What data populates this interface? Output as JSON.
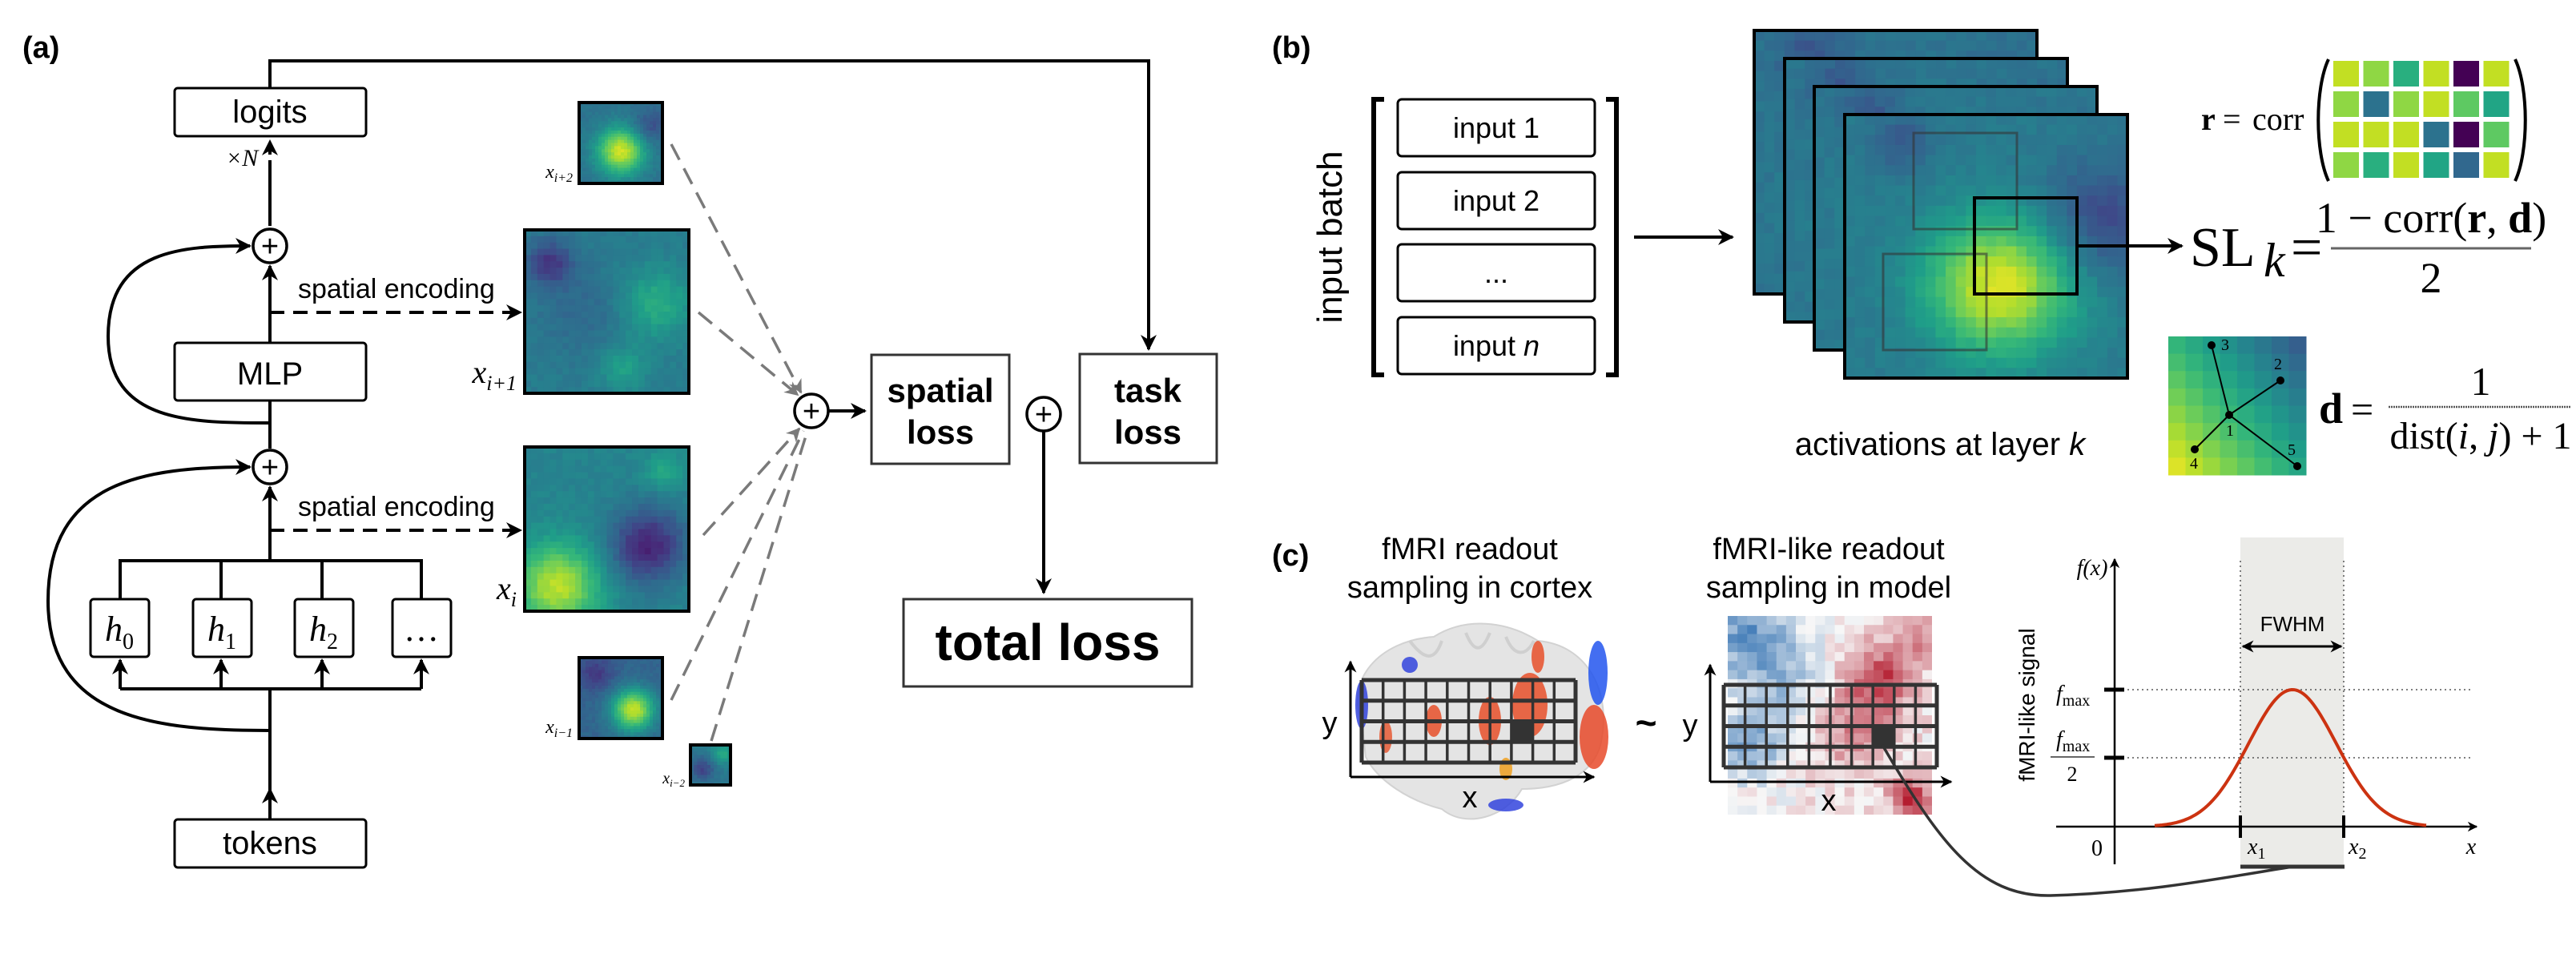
{
  "panels": {
    "a": {
      "label": "(a)",
      "logits": "logits",
      "repeat": "×N",
      "mlp": "MLP",
      "tokens": "tokens",
      "spatial_encoding_top": "spatial encoding",
      "spatial_encoding_bottom": "spatial encoding",
      "heads": [
        {
          "base": "h",
          "sub": "0"
        },
        {
          "base": "h",
          "sub": "1"
        },
        {
          "base": "h",
          "sub": "2"
        },
        {
          "base": "…",
          "sub": ""
        }
      ],
      "plus": "+",
      "maps": [
        {
          "name": "x",
          "sub": "i+2"
        },
        {
          "name": "x",
          "sub": "i+1"
        },
        {
          "name": "x",
          "sub": "i"
        },
        {
          "name": "x",
          "sub": "i−1"
        },
        {
          "name": "x",
          "sub": "i−2"
        }
      ],
      "spatial_loss": [
        "spatial",
        "loss"
      ],
      "task_loss": [
        "task",
        "loss"
      ],
      "total_loss": "total loss"
    },
    "b": {
      "label": "(b)",
      "batch_label": "input batch",
      "inputs": [
        "input 1",
        "input 2",
        "...",
        "input "
      ],
      "input_n_var": "n",
      "activations_label": "activations at layer ",
      "activations_var": "k",
      "r_eq": {
        "lhs": "r",
        "eq": "=",
        "fn": "corr"
      },
      "corr_matrix_colors": [
        [
          "#c2df23",
          "#8fd744",
          "#29af7f",
          "#c2df23",
          "#440154",
          "#c2df23"
        ],
        [
          "#8fd744",
          "#2c728e",
          "#8fd744",
          "#c2df23",
          "#5ec962",
          "#21a585"
        ],
        [
          "#c2df23",
          "#c2df23",
          "#c2df23",
          "#2c728e",
          "#440154",
          "#5ec962"
        ],
        [
          "#8fd744",
          "#29af7f",
          "#c2df23",
          "#21a585",
          "#31688e",
          "#c2df23"
        ]
      ],
      "sl_eq": {
        "lhs": "SL",
        "sub": "k",
        "eq": "=",
        "numerator_a": "1 − corr(",
        "numerator_r": "r",
        "numerator_sep": ", ",
        "numerator_d": "d",
        "numerator_close": ")",
        "denominator": "2"
      },
      "d_eq": {
        "lhs": "d",
        "eq": "=",
        "numerator": "1",
        "denominator_a": "dist(",
        "denominator_i": "i",
        "denominator_sep": ", ",
        "denominator_j": "j",
        "denominator_b": ") + 1"
      },
      "d_points": [
        "1",
        "2",
        "3",
        "4",
        "5"
      ]
    },
    "c": {
      "label": "(c)",
      "cortex_title": [
        "fMRI readout",
        "sampling in cortex"
      ],
      "model_title": [
        "fMRI-like readout",
        "sampling in model"
      ],
      "tilde": "~",
      "axis_x": "x",
      "axis_y": "y",
      "grid": {
        "cols": 10,
        "rows": 4
      },
      "graph": {
        "ylabel": "fMRI-like signal",
        "f_label": "f(x)",
        "fmax": "f",
        "fmax_sub": "max",
        "half_den": "2",
        "fwhm": "FWHM",
        "zero": "0",
        "x1": "x",
        "x1_sub": "1",
        "x2": "x",
        "x2_sub": "2",
        "xvar": "x",
        "curve_color": "#cc3311"
      }
    }
  },
  "colors": {
    "line": "#000000",
    "dashed_grey": "#7a7a7a",
    "shade": "#ebebe8",
    "grid_dark": "#333333"
  }
}
